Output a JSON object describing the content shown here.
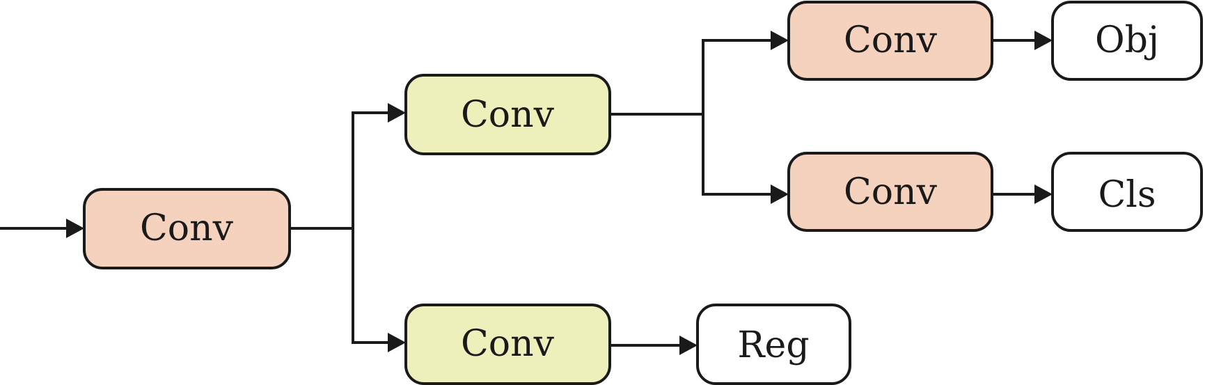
{
  "colors": {
    "conv_orange": "#f5d2bd",
    "conv_yellow": "#eef0bc",
    "output_white": "#ffffff",
    "stroke": "#1a1a1a"
  },
  "nodes": {
    "stem_conv": {
      "label": "Conv"
    },
    "upper_branch_conv": {
      "label": "Conv"
    },
    "lower_branch_conv": {
      "label": "Conv"
    },
    "obj_conv": {
      "label": "Conv"
    },
    "cls_conv": {
      "label": "Conv"
    },
    "obj_output": {
      "label": "Obj"
    },
    "cls_output": {
      "label": "Cls"
    },
    "reg_output": {
      "label": "Reg"
    }
  },
  "edges": [
    {
      "from": "input",
      "to": "stem_conv"
    },
    {
      "from": "stem_conv",
      "to": "upper_branch_conv"
    },
    {
      "from": "stem_conv",
      "to": "lower_branch_conv"
    },
    {
      "from": "upper_branch_conv",
      "to": "obj_conv"
    },
    {
      "from": "upper_branch_conv",
      "to": "cls_conv"
    },
    {
      "from": "obj_conv",
      "to": "obj_output"
    },
    {
      "from": "cls_conv",
      "to": "cls_output"
    },
    {
      "from": "lower_branch_conv",
      "to": "reg_output"
    }
  ]
}
